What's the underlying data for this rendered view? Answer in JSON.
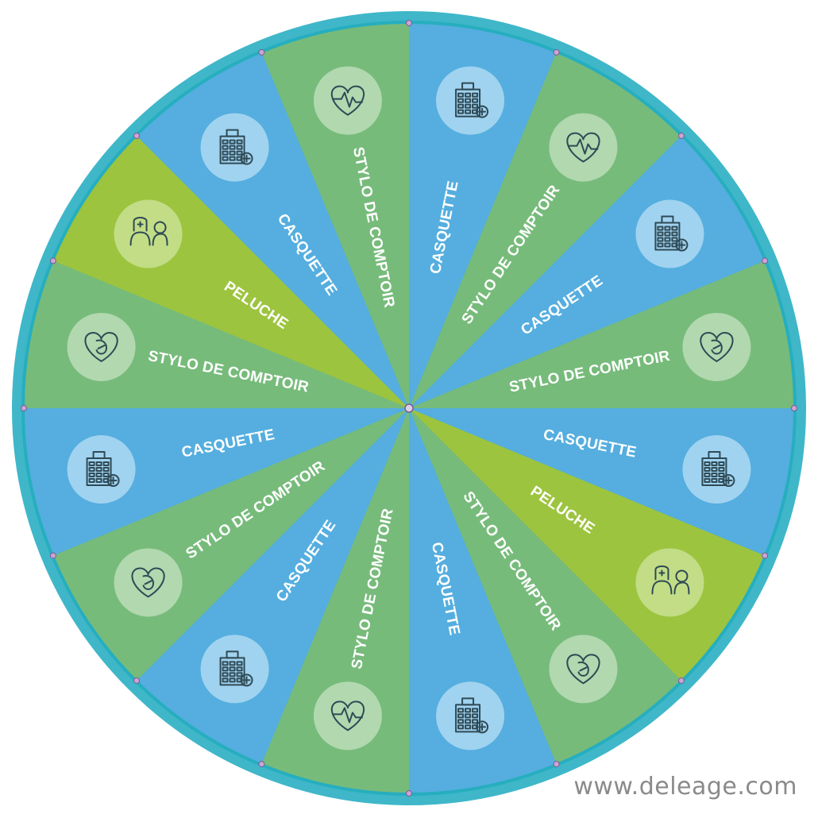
{
  "colors": {
    "blue": "#55aedf",
    "green": "#77bb7b",
    "lime": "#9dc43f",
    "rim": "#26aebf",
    "rim_inner": "#3fb7c9",
    "icon_disc_blue": "#a9d7f2",
    "icon_disc_green": "#b7dcb5",
    "icon_disc_lime": "#c6e08e",
    "icon_stroke": "#2f4a55"
  },
  "wheel": {
    "segments": [
      {
        "label": "CASQUETTE",
        "color": "blue",
        "icon": "hospital-building-icon"
      },
      {
        "label": "STYLO DE COMPTOIR",
        "color": "green",
        "icon": "heart-pulse-icon"
      },
      {
        "label": "CASQUETTE",
        "color": "blue",
        "icon": "hospital-building-icon"
      },
      {
        "label": "STYLO DE COMPTOIR",
        "color": "green",
        "icon": "heart-baby-icon"
      },
      {
        "label": "CASQUETTE",
        "color": "blue",
        "icon": "hospital-building-icon"
      },
      {
        "label": "PELUCHE",
        "color": "lime",
        "icon": "doctor-nurse-icon"
      },
      {
        "label": "STYLO DE COMPTOIR",
        "color": "green",
        "icon": "heart-baby-icon"
      },
      {
        "label": "CASQUETTE",
        "color": "blue",
        "icon": "hospital-building-icon"
      },
      {
        "label": "STYLO DE COMPTOIR",
        "color": "green",
        "icon": "heart-pulse-icon"
      },
      {
        "label": "CASQUETTE",
        "color": "blue",
        "icon": "hospital-building-icon"
      },
      {
        "label": "STYLO DE COMPTOIR",
        "color": "green",
        "icon": "heart-baby-icon"
      },
      {
        "label": "CASQUETTE",
        "color": "blue",
        "icon": "hospital-building-icon"
      },
      {
        "label": "STYLO DE COMPTOIR",
        "color": "green",
        "icon": "heart-baby-icon"
      },
      {
        "label": "PELUCHE",
        "color": "lime",
        "icon": "doctor-nurse-icon"
      },
      {
        "label": "CASQUETTE",
        "color": "blue",
        "icon": "hospital-building-icon"
      },
      {
        "label": "STYLO DE COMPTOIR",
        "color": "green",
        "icon": "heart-pulse-icon"
      }
    ]
  },
  "watermark": "DELEAGE",
  "footer": {
    "url": "www.deleage.com"
  }
}
